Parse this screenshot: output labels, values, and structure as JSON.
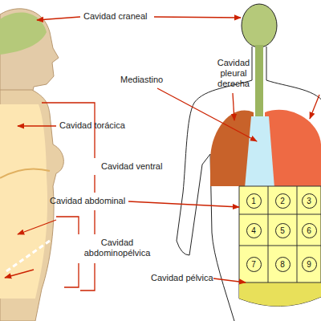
{
  "diagram": {
    "nodes": [
      {
        "text": [
          "1"
        ]
      },
      {
        "text": [
          "2"
        ]
      },
      {
        "text": [
          "3"
        ]
      },
      {
        "text": [
          "4"
        ]
      },
      {
        "text": [
          "5"
        ]
      },
      {
        "text": [
          "6"
        ]
      },
      {
        "text": [
          "7"
        ]
      },
      {
        "text": [
          "8"
        ]
      },
      {
        "text": [
          "9"
        ]
      }
    ],
    "labels": [
      "Cavidad craneal",
      "Cavidad pleural derecha",
      "Mediastino",
      "Cavidad torácica",
      "Cavidad ventral",
      "Cavidad abdominal",
      "Cavidad abdominopélvica",
      "Cavidad pélvica"
    ]
  }
}
